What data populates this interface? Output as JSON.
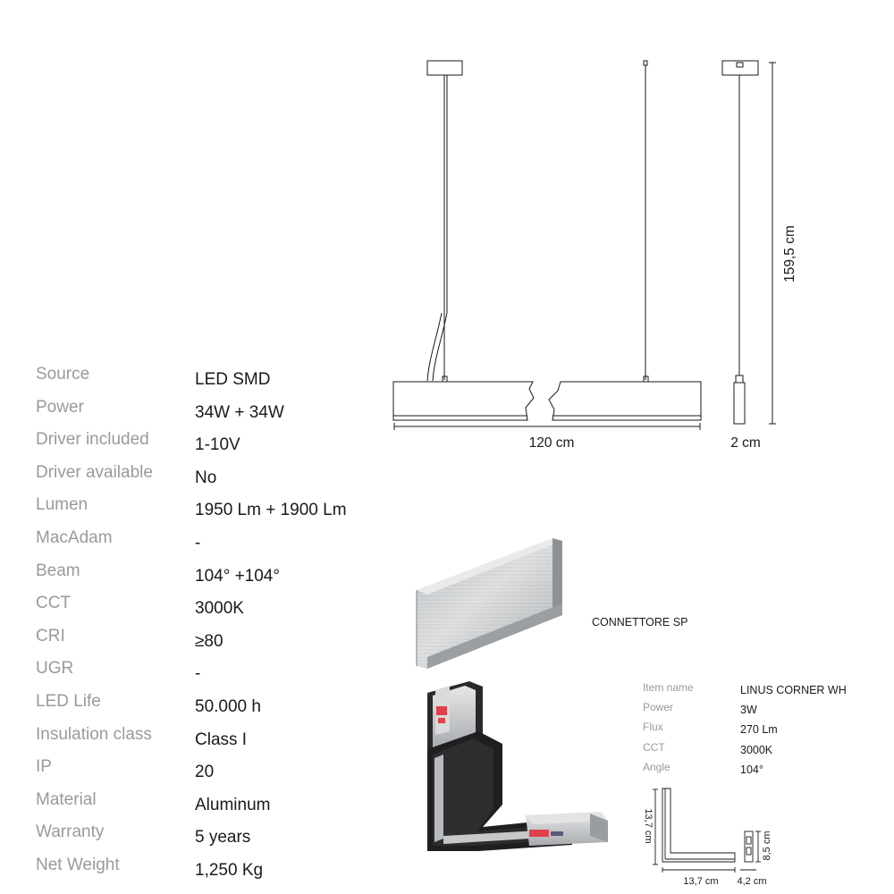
{
  "specs": [
    {
      "label": "Source",
      "value": "LED SMD"
    },
    {
      "label": "Power",
      "value": "34W + 34W"
    },
    {
      "label": "Driver included",
      "value": "1-10V"
    },
    {
      "label": "Driver available",
      "value": "No"
    },
    {
      "label": "Lumen",
      "value": "1950 Lm + 1900 Lm"
    },
    {
      "label": "MacAdam",
      "value": "-"
    },
    {
      "label": "Beam",
      "value": "104° +104°"
    },
    {
      "label": "CCT",
      "value": "3000K"
    },
    {
      "label": "CRI",
      "value": "≥80"
    },
    {
      "label": "UGR",
      "value": "-"
    },
    {
      "label": "LED Life",
      "value": "50.000 h"
    },
    {
      "label": "Insulation class",
      "value": "Class I"
    },
    {
      "label": "IP",
      "value": "20"
    },
    {
      "label": "Material",
      "value": "Aluminum"
    },
    {
      "label": "Warranty",
      "value": "5 years"
    },
    {
      "label": "Net Weight",
      "value": "1,250 Kg"
    }
  ],
  "drawing": {
    "height_dim": "159,5 cm",
    "length_dim": "120 cm",
    "depth_dim": "2 cm"
  },
  "connector": {
    "label": "CONNETTORE SP"
  },
  "corner": {
    "specs": [
      {
        "label": "Item name",
        "value": "LINUS CORNER WH"
      },
      {
        "label": "Power",
        "value": "3W"
      },
      {
        "label": "Flux",
        "value": "270 Lm"
      },
      {
        "label": "CCT",
        "value": "3000K"
      },
      {
        "label": "Angle",
        "value": "104°"
      }
    ],
    "dim_height": "13,7 cm",
    "dim_width": "13,7 cm",
    "dim_depth": "4,2 cm",
    "dim_profile": "8,5 cm"
  },
  "colors": {
    "label_gray": "#9a9a9a",
    "text_dark": "#1a1a1a",
    "aluminum": "#c9cbcd",
    "accent_red": "#e0404a"
  }
}
